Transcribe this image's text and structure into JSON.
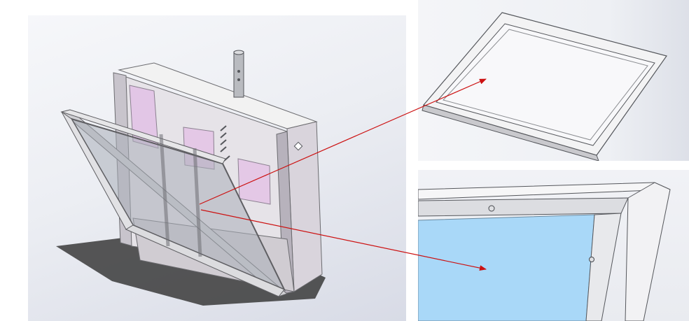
{
  "figure": {
    "views": [
      {
        "id": "main-view",
        "subject": "open-front-cabinet"
      },
      {
        "id": "top-detail",
        "subject": "door-frame"
      },
      {
        "id": "bottom-detail",
        "subject": "glass-pane-corner"
      }
    ]
  },
  "colors": {
    "callout": "#cc1111",
    "metal": "#eeeeee",
    "metal_shade": "#c9c9cd",
    "interior": "#dcd7de",
    "panel_pink": "#e4c8e6",
    "glass": "#a9d8f8",
    "shadow": "#333333"
  }
}
